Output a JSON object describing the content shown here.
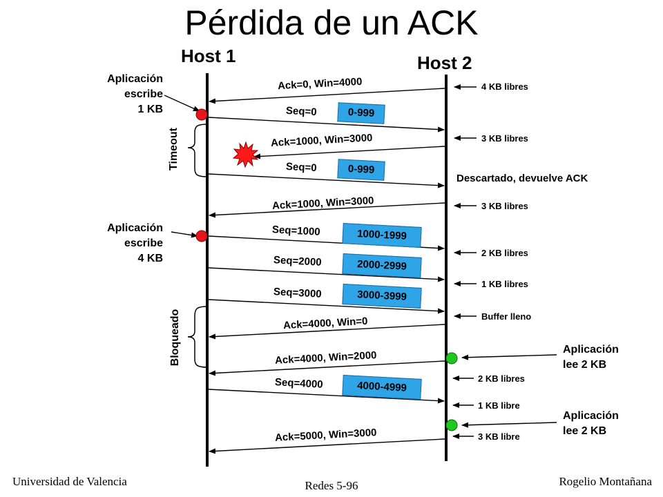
{
  "title": "Pérdida de un ACK",
  "hosts": {
    "host1": "Host 1",
    "host2": "Host 2"
  },
  "brackets": {
    "timeout": "Timeout",
    "bloqueado": "Bloqueado"
  },
  "app_notes_left": [
    {
      "lines": [
        "Aplicación",
        "escribe",
        "1 KB"
      ]
    },
    {
      "lines": [
        "Aplicación",
        "escribe",
        "4 KB"
      ]
    }
  ],
  "app_notes_right": [
    {
      "lines": [
        "Aplicación",
        "lee 2 KB"
      ]
    },
    {
      "lines": [
        "Aplicación",
        "lee 2 KB"
      ]
    }
  ],
  "messages": [
    {
      "label": "Ack=0, Win=4000"
    },
    {
      "label": "Seq=0",
      "segment": "0-999"
    },
    {
      "label": "Ack=1000, Win=3000",
      "lost": true
    },
    {
      "label": "Seq=0",
      "segment": "0-999"
    },
    {
      "label": "Ack=1000, Win=3000"
    },
    {
      "label": "Seq=1000",
      "segment": "1000-1999"
    },
    {
      "label": "Seq=2000",
      "segment": "2000-2999"
    },
    {
      "label": "Seq=3000",
      "segment": "3000-3999"
    },
    {
      "label": "Ack=4000, Win=0"
    },
    {
      "label": "Ack=4000, Win=2000"
    },
    {
      "label": "Seq=4000",
      "segment": "4000-4999"
    },
    {
      "label": "Ack=5000, Win=3000"
    }
  ],
  "buffer_notes": [
    "4 KB libres",
    "3 KB libres",
    "Descartado, devuelve ACK",
    "3 KB libres",
    "2 KB libres",
    "1 KB libres",
    "Buffer lleno",
    "2 KB libres",
    "1 KB libre",
    "3 KB libre"
  ],
  "footer": {
    "left": "Universidad de Valencia",
    "center": "Redes 5-96",
    "right": "Rogelio Montañana"
  },
  "colors": {
    "segment_fill": "#2fa4e7",
    "marker_host1": "#e8161b",
    "marker_host2": "#1ec81e",
    "lost_burst": "#ff1a1a"
  }
}
